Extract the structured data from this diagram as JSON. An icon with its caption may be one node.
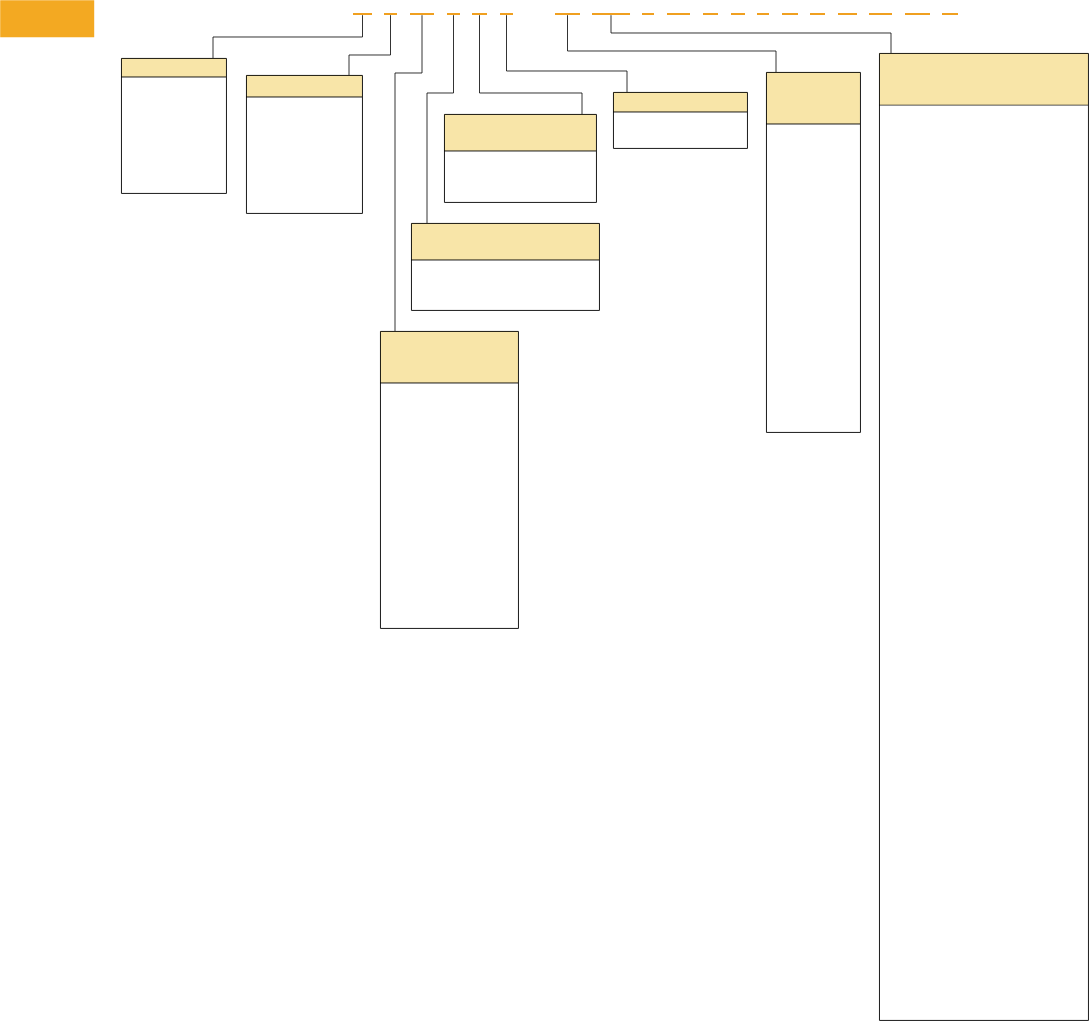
{
  "diagram": {
    "nodes": [
      {
        "text": [],
        "shape": "bar"
      },
      {
        "text": [],
        "shape": "bar"
      },
      {
        "text": [],
        "shape": "bar"
      },
      {
        "text": [],
        "shape": "bar"
      },
      {
        "text": [],
        "shape": "bar"
      },
      {
        "text": [],
        "shape": "bar"
      },
      {
        "text": [],
        "shape": "bar"
      },
      {
        "text": [],
        "shape": "bar"
      },
      {
        "text": [],
        "shape": "box"
      },
      {
        "text": [],
        "shape": "box"
      },
      {
        "text": [],
        "shape": "box"
      },
      {
        "text": [],
        "shape": "box"
      },
      {
        "text": [],
        "shape": "box"
      },
      {
        "text": [],
        "shape": "box"
      },
      {
        "text": [],
        "shape": "box"
      },
      {
        "text": [],
        "shape": "box"
      },
      {
        "text": [],
        "shape": "box"
      }
    ],
    "edges": [
      {
        "from": 0,
        "to": 8,
        "arrow": "none"
      },
      {
        "from": 1,
        "to": 9,
        "arrow": "none"
      },
      {
        "from": 2,
        "to": 10,
        "arrow": "none"
      },
      {
        "from": 3,
        "to": 11,
        "arrow": "none"
      },
      {
        "from": 4,
        "to": 12,
        "arrow": "none"
      },
      {
        "from": 5,
        "to": 13,
        "arrow": "none"
      },
      {
        "from": 6,
        "to": 14,
        "arrow": "none"
      },
      {
        "from": 7,
        "to": 15,
        "arrow": "none"
      }
    ]
  }
}
